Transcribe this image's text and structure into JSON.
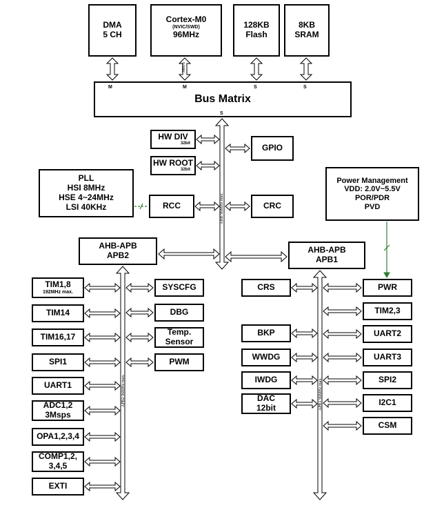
{
  "top_blocks": {
    "dma": [
      "DMA",
      "5 CH"
    ],
    "cortex": [
      "Cortex-M0",
      "(NVIC/SWD)",
      "96MHz"
    ],
    "flash": [
      "128KB",
      "Flash"
    ],
    "sram": [
      "8KB",
      "SRAM"
    ]
  },
  "bus_matrix": {
    "label": "Bus Matrix",
    "port_master": "M",
    "port_slave": "S",
    "bottom_port": "S"
  },
  "cortex_arrow_label": "SBUS",
  "ahb": {
    "hw_div": "HW DIV",
    "hw_div_sub": "32bit",
    "hw_root": "HW ROOT",
    "hw_root_sub": "32bit",
    "gpio": "GPIO",
    "rcc": "RCC",
    "crc": "CRC",
    "bus_label": "AHB 96MHz max."
  },
  "pll": [
    "PLL",
    "HSI 8MHz",
    "HSE 4~24MHz",
    "LSI 40KHz"
  ],
  "power": [
    "Power Management",
    "VDD: 2.0V~5.5V",
    "POR/PDR",
    "PVD"
  ],
  "apb2": {
    "bridge": [
      "AHB-APB",
      "APB2"
    ],
    "bus_label": "APB2 96MHz max.",
    "left": [
      {
        "main": "TIM1,8",
        "sub": "192MHz max."
      },
      {
        "main": "TIM14"
      },
      {
        "main": "TIM16,17"
      },
      {
        "main": "SPI1"
      },
      {
        "main": "UART1"
      },
      {
        "main": "ADC1,2",
        "sub": "3Msps"
      },
      {
        "main": "OPA1,2,3,4"
      },
      {
        "main": "COMP1,2,",
        "sub": "3,4,5"
      },
      {
        "main": "EXTI"
      }
    ],
    "right": [
      "SYSCFG",
      "DBG",
      "Temp. Sensor",
      "PWM"
    ]
  },
  "apb1": {
    "bridge": [
      "AHB-APB",
      "APB1"
    ],
    "bus_label": "APB1 96MHz max.",
    "left": [
      "CRS",
      "BKP",
      "WWDG",
      "IWDG",
      "DAC 12bit"
    ],
    "right": [
      "PWR",
      "TIM2,3",
      "UART2",
      "UART3",
      "SPI2",
      "I2C1",
      "CSM"
    ]
  }
}
